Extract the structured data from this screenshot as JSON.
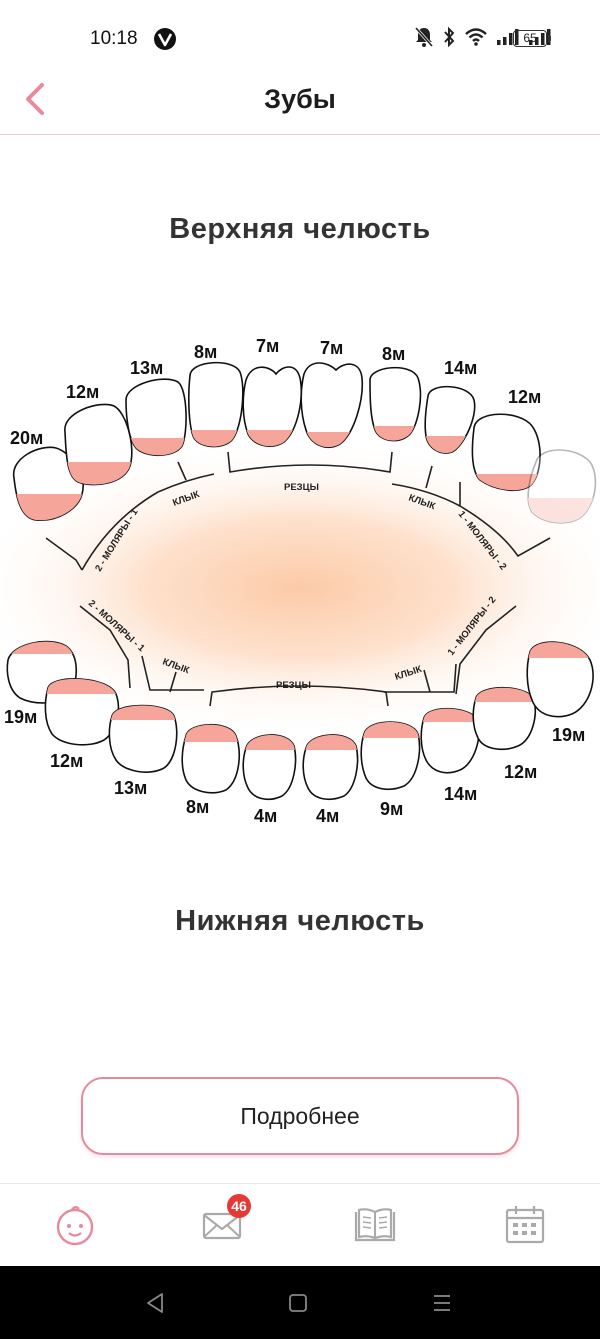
{
  "status_bar": {
    "time": "10:18",
    "battery": "65",
    "icons": [
      "app-v-icon",
      "mute-bell-icon",
      "bluetooth-icon",
      "wifi-icon",
      "signal-icon",
      "signal-icon",
      "battery-icon"
    ]
  },
  "header": {
    "title": "Зубы",
    "back_icon": "chevron-left-icon",
    "accent": "#e88a9b"
  },
  "upper_jaw": {
    "title": "Верхняя челюсть",
    "teeth_labels": [
      "20м",
      "12м",
      "13м",
      "8м",
      "7м",
      "7м",
      "8м",
      "14м",
      "12м"
    ],
    "groups": [
      "2 - МОЛЯРЫ - 1",
      "КЛЫК",
      "РЕЗЦЫ",
      "КЛЫК",
      "1 - МОЛЯРЫ - 2"
    ]
  },
  "lower_jaw": {
    "title": "Нижняя челюсть",
    "teeth_labels": [
      "19м",
      "12м",
      "13м",
      "8м",
      "4м",
      "4м",
      "9м",
      "14м",
      "12м",
      "19м"
    ],
    "groups": [
      "2 - МОЛЯРЫ - 1",
      "КЛЫК",
      "РЕЗЦЫ",
      "КЛЫК",
      "1 - МОЛЯРЫ - 2"
    ]
  },
  "details_button": {
    "label": "Подробнее"
  },
  "bottom_nav": {
    "items": [
      "baby-face-icon",
      "mail-icon",
      "book-icon",
      "calendar-icon"
    ],
    "badge": "46"
  },
  "system_nav": {
    "items": [
      "back-triangle-icon",
      "home-square-icon",
      "menu-lines-icon"
    ]
  }
}
